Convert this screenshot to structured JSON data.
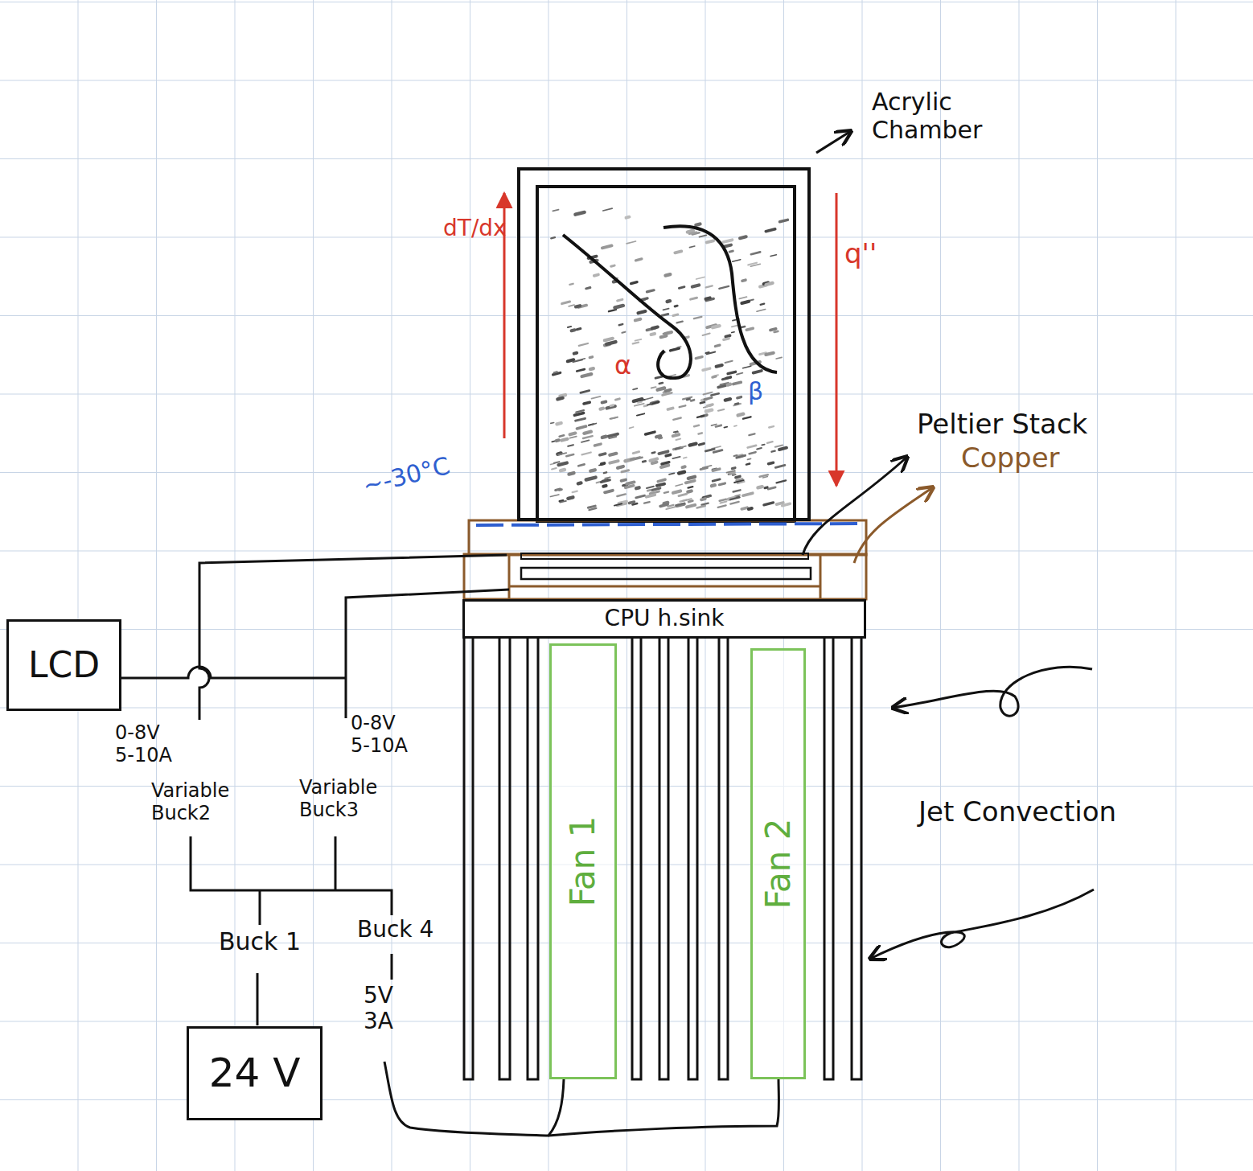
{
  "diagram": {
    "nodes": [
      {
        "text": [
          "Acrylic Chamber"
        ]
      },
      {
        "text": [
          "CPU h.sink"
        ]
      },
      {
        "text": [
          "Fan 1"
        ]
      },
      {
        "text": [
          "Fan 2"
        ]
      },
      {
        "text": [
          "LCD"
        ]
      },
      {
        "text": [
          "24 V"
        ]
      }
    ],
    "labels": [
      "dT/dx",
      "q''",
      "α",
      "β",
      "~-30°C",
      "Peltier Stack",
      "Copper",
      "Jet Convection",
      "0-8V 5-10A",
      "0-8V 5-10A",
      "Variable Buck2",
      "Variable Buck3",
      "Buck 1",
      "Buck 4",
      "5V 3A"
    ]
  }
}
